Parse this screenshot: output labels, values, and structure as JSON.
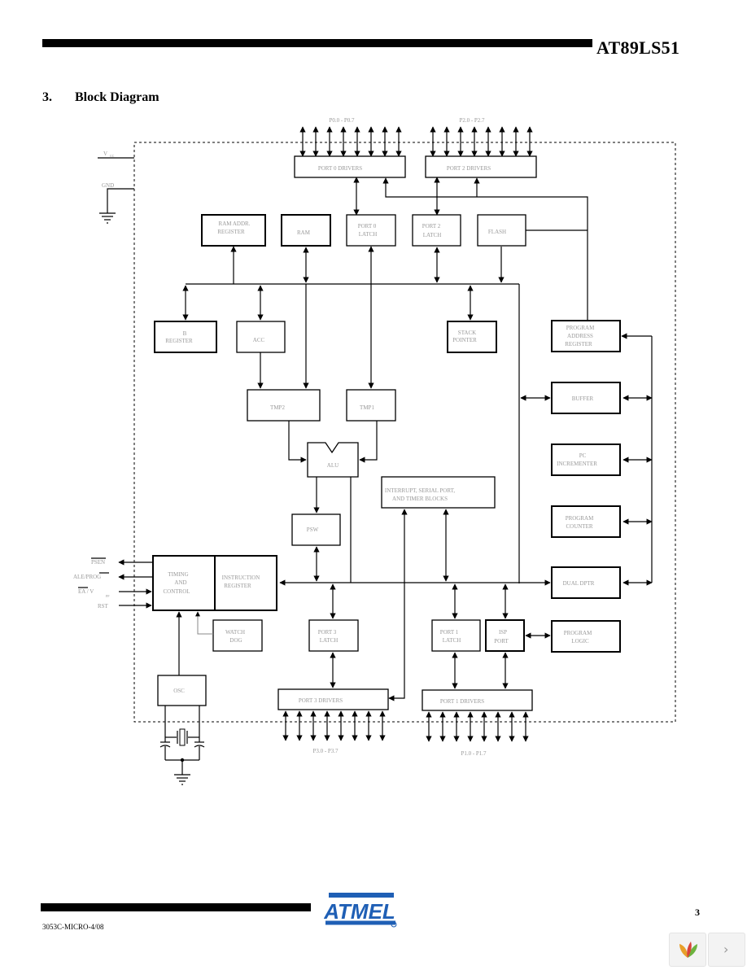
{
  "header": {
    "title": "AT89LS51"
  },
  "section": {
    "number": "3.",
    "title": "Block Diagram"
  },
  "diagram": {
    "port_labels": {
      "p0": "P0.0 - P0.7",
      "p2": "P2.0 - P2.7",
      "p3": "P3.0 - P3.7",
      "p1": "P1.0 - P1.7"
    },
    "blocks": {
      "port0_drivers": "PORT 0 DRIVERS",
      "port2_drivers": "PORT 2 DRIVERS",
      "ram_addr_line1": "RAM ADDR.",
      "ram_addr_line2": "REGISTER",
      "ram": "RAM",
      "port0_latch_line1": "PORT 0",
      "port0_latch_line2": "LATCH",
      "port2_latch_line1": "PORT 2",
      "port2_latch_line2": "LATCH",
      "flash": "FLASH",
      "b_reg_line1": "B",
      "b_reg_line2": "REGISTER",
      "acc": "ACC",
      "stack_line1": "STACK",
      "stack_line2": "POINTER",
      "pa_line1": "PROGRAM",
      "pa_line2": "ADDRESS",
      "pa_line3": "REGISTER",
      "tmp2": "TMP2",
      "tmp1": "TMP1",
      "buffer": "BUFFER",
      "alu": "ALU",
      "pc_inc_line1": "PC",
      "pc_inc_line2": "INCREMENTER",
      "interrupt_line1": "INTERRUPT, SERIAL PORT,",
      "interrupt_line2": "AND TIMER BLOCKS",
      "psw": "PSW",
      "program_counter_line1": "PROGRAM",
      "program_counter_line2": "COUNTER",
      "timing_line1": "TIMING",
      "timing_line2": "AND",
      "timing_line3": "CONTROL",
      "instruction_line1": "INSTRUCTION",
      "instruction_line2": "REGISTER",
      "dptr": "DUAL DPTR",
      "watchdog_line1": "WATCH",
      "watchdog_line2": "DOG",
      "port3_latch_line1": "PORT 3",
      "port3_latch_line2": "LATCH",
      "port1_latch_line1": "PORT 1",
      "port1_latch_line2": "LATCH",
      "isp_line1": "ISP",
      "isp_line2": "PORT",
      "program_logic_line1": "PROGRAM",
      "program_logic_line2": "LOGIC",
      "osc": "OSC",
      "port3_drivers": "PORT 3 DRIVERS",
      "port1_drivers": "PORT 1 DRIVERS"
    },
    "pins": {
      "vcc": "V",
      "vcc_sub": "CC",
      "gnd": "GND",
      "psen": "PSEN",
      "ale": "ALE/PROG",
      "ea": "EA / V",
      "ea_sub": "PP",
      "rst": "RST"
    }
  },
  "footer": {
    "doc_number": "3053C-MICRO-4/08",
    "page_number": "3",
    "logo_text": "ATMEL"
  }
}
